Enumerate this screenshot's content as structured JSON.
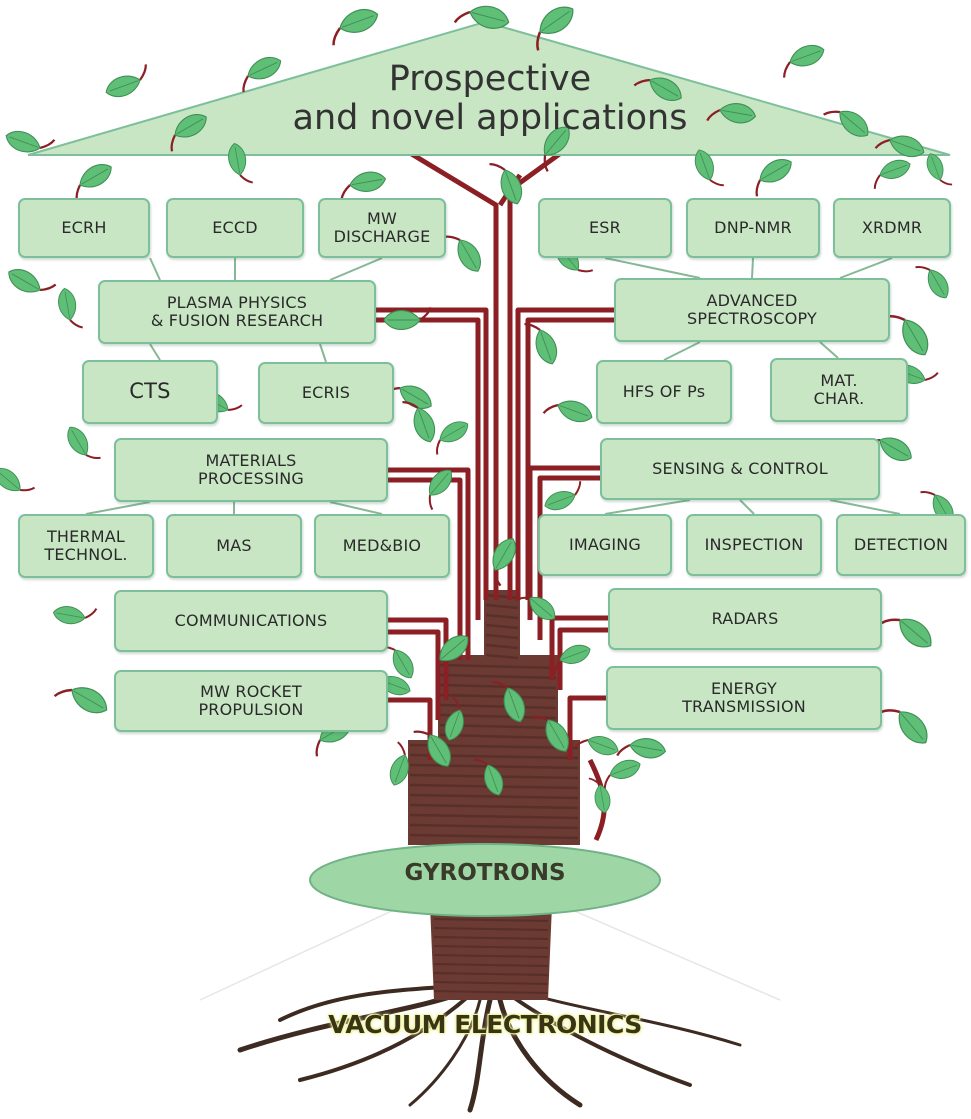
{
  "title": "Prospective\nand novel applications",
  "root": {
    "trunk_label": "GYROTRONS",
    "roots_label": "VACUUM ELECTRONICS"
  },
  "colors": {
    "box_fill": "#c8e6c4",
    "box_border": "#7dbf9a",
    "branch": "#8b1f24",
    "trunk": "#6b3a32",
    "leaf": "#5fbf76",
    "ellipse": "#9fd6a6"
  },
  "nodes": {
    "ecrh": "ECRH",
    "eccd": "ECCD",
    "mw_discharge": "MW\nDISCHARGE",
    "esr": "ESR",
    "dnp_nmr": "DNP-NMR",
    "xrdmr": "XRDMR",
    "plasma_physics": "PLASMA PHYSICS\n& FUSION RESEARCH",
    "advanced_spectroscopy": "ADVANCED\nSPECTROSCOPY",
    "cts": "CTS",
    "ecris": "ECRIS",
    "hfs_of_ps": "HFS OF Ps",
    "mat_char": "MAT.\nCHAR.",
    "materials_processing": "MATERIALS\nPROCESSING",
    "sensing_control": "SENSING & CONTROL",
    "thermal_technol": "THERMAL\nTECHNOL.",
    "mas": "MAS",
    "med_bio": "MED&BIO",
    "imaging": "IMAGING",
    "inspection": "INSPECTION",
    "detection": "DETECTION",
    "communications": "COMMUNICATIONS",
    "radars": "RADARS",
    "mw_rocket_propulsion": "MW ROCKET\nPROPULSION",
    "energy_transmission": "ENERGY\nTRANSMISSION"
  },
  "edges": [
    [
      "plasma_physics",
      "ecrh"
    ],
    [
      "plasma_physics",
      "eccd"
    ],
    [
      "plasma_physics",
      "mw_discharge"
    ],
    [
      "plasma_physics",
      "cts"
    ],
    [
      "plasma_physics",
      "ecris"
    ],
    [
      "advanced_spectroscopy",
      "esr"
    ],
    [
      "advanced_spectroscopy",
      "dnp_nmr"
    ],
    [
      "advanced_spectroscopy",
      "xrdmr"
    ],
    [
      "advanced_spectroscopy",
      "hfs_of_ps"
    ],
    [
      "advanced_spectroscopy",
      "mat_char"
    ],
    [
      "materials_processing",
      "thermal_technol"
    ],
    [
      "materials_processing",
      "mas"
    ],
    [
      "materials_processing",
      "med_bio"
    ],
    [
      "sensing_control",
      "imaging"
    ],
    [
      "sensing_control",
      "inspection"
    ],
    [
      "sensing_control",
      "detection"
    ]
  ]
}
